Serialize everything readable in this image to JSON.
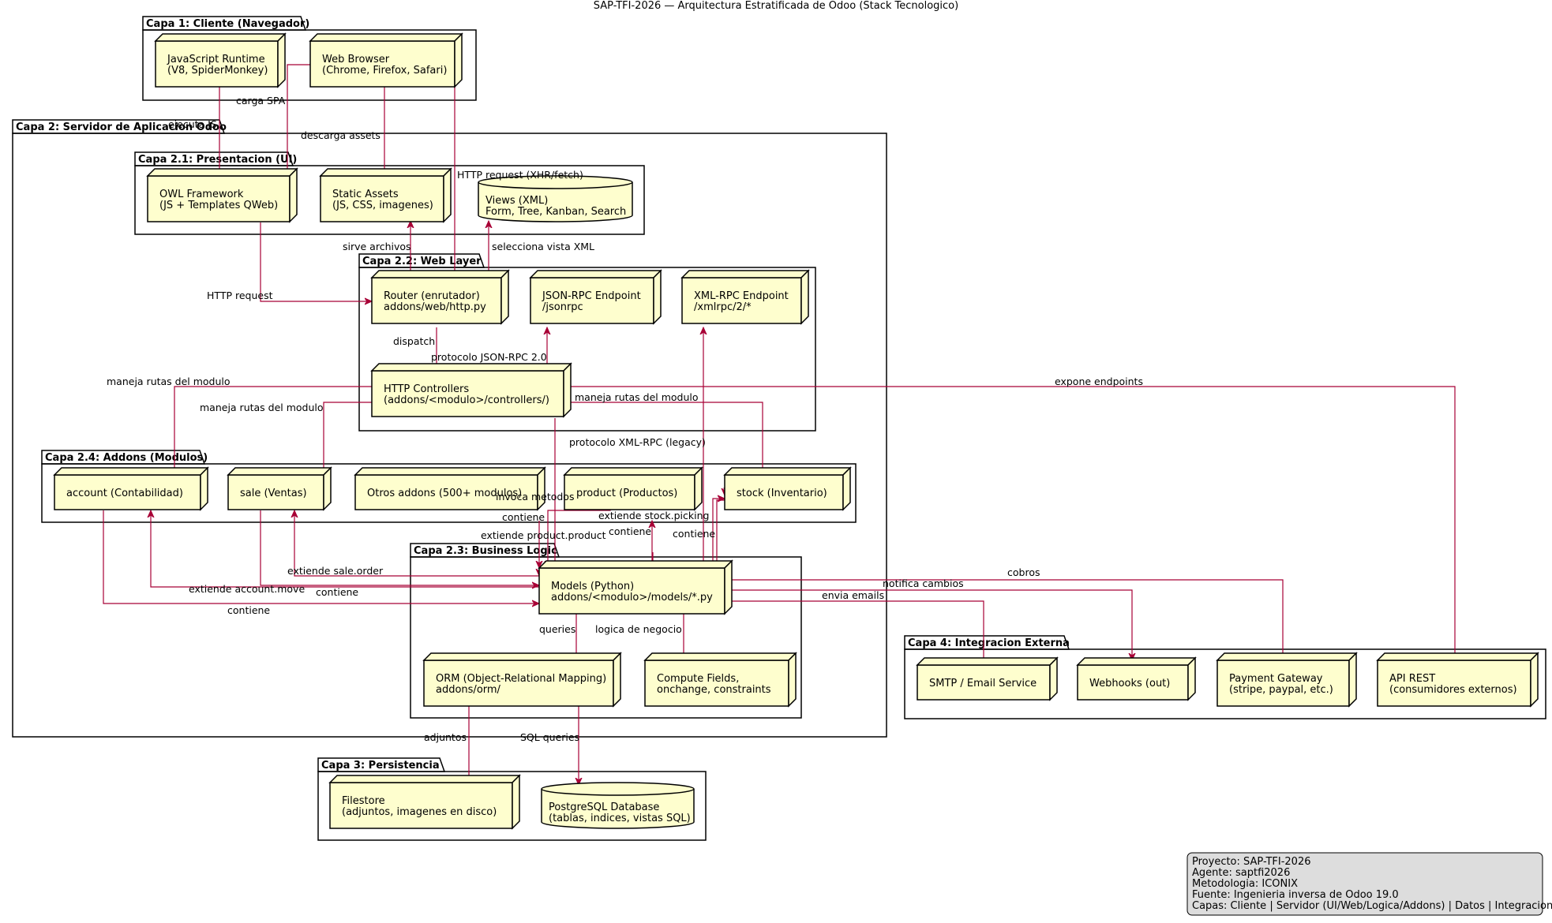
{
  "title": "SAP-TFI-2026 — Arquitectura Estratificada de Odoo (Stack Tecnologico)",
  "packages": {
    "cliente": "Capa 1: Cliente (Navegador)",
    "servidor": "Capa 2: Servidor de Aplicacion Odoo",
    "presentacion": "Capa 2.1: Presentacion (UI)",
    "web": "Capa 2.2: Web Layer",
    "addons": "Capa 2.4: Addons (Modulos)",
    "logic": "Capa 2.3: Business Logic",
    "integracion": "Capa 4: Integracion Externa",
    "persistencia": "Capa 3: Persistencia"
  },
  "nodes": {
    "js": [
      "JavaScript Runtime",
      "(V8, SpiderMonkey)"
    ],
    "browser": [
      "Web Browser",
      "(Chrome, Firefox, Safari)"
    ],
    "owl": [
      "OWL Framework",
      "(JS + Templates QWeb)"
    ],
    "assets": [
      "Static Assets",
      "(JS, CSS, imagenes)"
    ],
    "views": [
      "Views (XML)",
      "Form, Tree, Kanban, Search"
    ],
    "router": [
      "Router (enrutador)",
      "addons/web/http.py"
    ],
    "jsonrpc": [
      "JSON-RPC Endpoint",
      "/jsonrpc"
    ],
    "xmlrpc": [
      "XML-RPC Endpoint",
      "/xmlrpc/2/*"
    ],
    "controllers": [
      "HTTP Controllers",
      "(addons/<modulo>/controllers/)"
    ],
    "account": [
      "account (Contabilidad)"
    ],
    "sale": [
      "sale (Ventas)"
    ],
    "otros": [
      "Otros addons (500+ modulos)"
    ],
    "product": [
      "product (Productos)"
    ],
    "stock": [
      "stock (Inventario)"
    ],
    "models": [
      "Models (Python)",
      "addons/<modulo>/models/*.py"
    ],
    "orm": [
      "ORM (Object-Relational Mapping)",
      "addons/orm/"
    ],
    "compute": [
      "Compute Fields,",
      "onchange, constraints"
    ],
    "smtp": [
      "SMTP / Email Service"
    ],
    "webhooks": [
      "Webhooks (out)"
    ],
    "payment": [
      "Payment Gateway",
      "(stripe, paypal, etc.)"
    ],
    "api": [
      "API REST",
      "(consumidores externos)"
    ],
    "filestore": [
      "Filestore",
      "(adjuntos, imagenes en disco)"
    ],
    "postgres": [
      "PostgreSQL Database",
      "(tablas, indices, vistas SQL)"
    ]
  },
  "edge_labels": {
    "carga_spa": "carga SPA",
    "ejecuta_js": "ejecuta JS",
    "descarga_assets": "descarga assets",
    "http_xhr": "HTTP request (XHR/fetch)",
    "sirve_archivos": "sirve archivos",
    "selecciona_vista": "selecciona vista XML",
    "http_request": "HTTP request",
    "dispatch": "dispatch",
    "protocolo_json": "protocolo JSON-RPC 2.0",
    "rutas_1": "maneja rutas del modulo",
    "rutas_2": "maneja rutas del modulo",
    "rutas_3": "maneja rutas del modulo",
    "expone_endpoints": "expone endpoints",
    "protocolo_xml": "protocolo XML-RPC (legacy)",
    "invoca_metodos": "invoca metodos",
    "contiene_1": "contiene",
    "extiende_stock": "extiende stock.picking",
    "contiene_2": "contiene",
    "contiene_3": "contiene",
    "extiende_product": "extiende product.product",
    "extiende_sale": "extiende sale.order",
    "contiene_4": "contiene",
    "extiende_account": "extiende account.move",
    "contiene_5": "contiene",
    "cobros": "cobros",
    "notifica": "notifica cambios",
    "envia": "envia emails",
    "queries": "queries",
    "logica": "logica de negocio",
    "adjuntos": "adjuntos",
    "sql_queries": "SQL queries"
  },
  "legend": [
    "Proyecto: SAP-TFI-2026",
    "Agente: saptfi2026",
    "Metodologia: ICONIX",
    "Fuente: Ingenieria inversa de Odoo 19.0",
    "Capas: Cliente | Servidor (UI/Web/Logica/Addons) | Datos | Integracion"
  ],
  "colors": {
    "node_fill": "#FEFECE",
    "edge": "#A80036",
    "legend_fill": "#DDDDDD"
  }
}
